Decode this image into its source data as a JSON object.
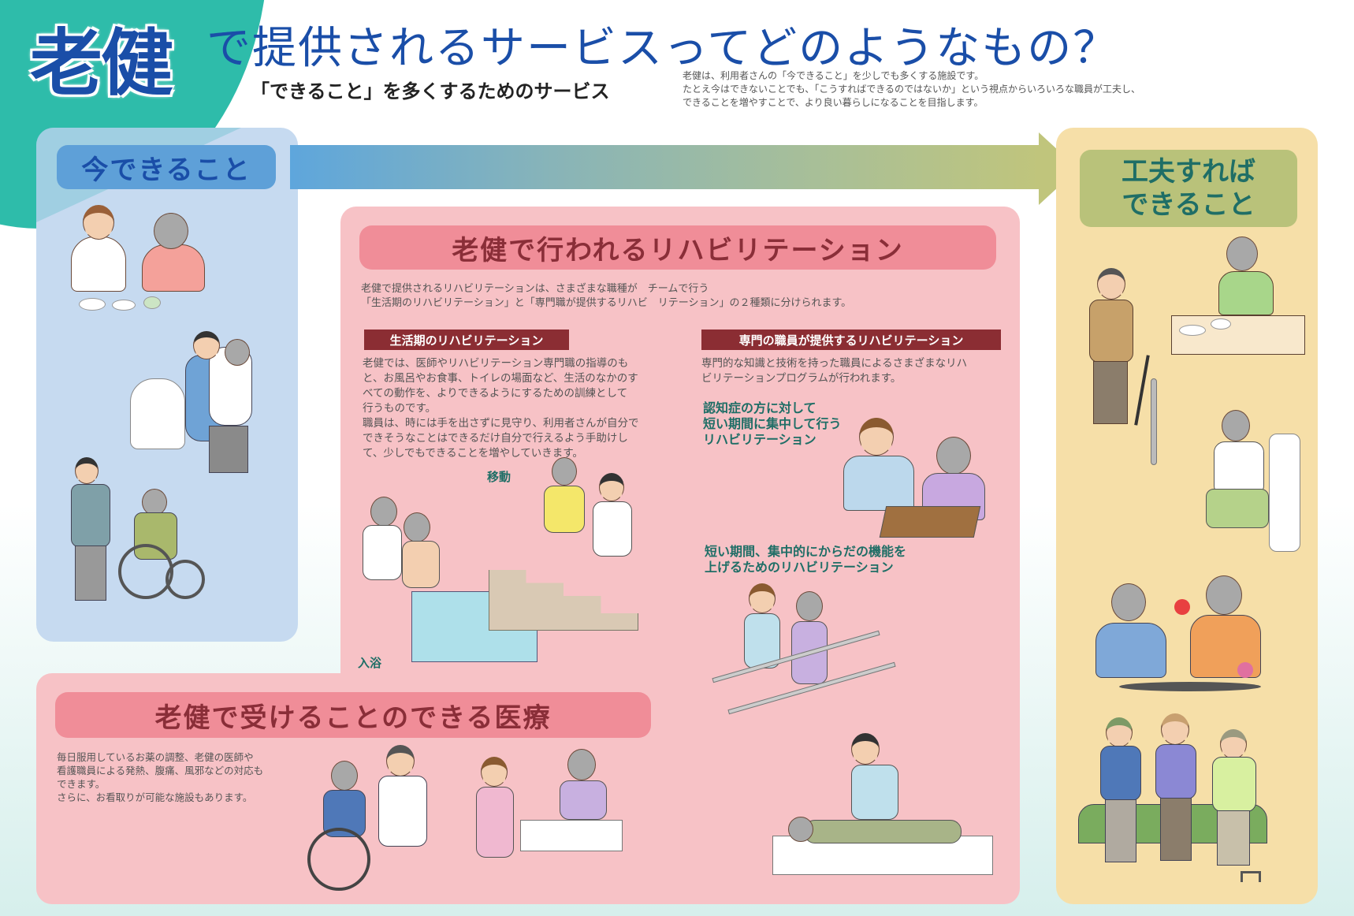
{
  "header": {
    "title_emphasis": "老健",
    "title_rest": "で提供されるサービスってどのようなもの？",
    "subtitle": "「できること」を多くするためのサービス",
    "intro_lines": [
      "老健は、利用者さんの「今できること」を少しでも多くする施設です。",
      "たとえ今はできないことでも、「こうすればできるのではないか」という視点からいろいろな職員が工夫し、",
      "できることを増やすことで、より良い暮らしになることを目指します。"
    ]
  },
  "left_panel": {
    "label": "今できること",
    "illustrations": [
      "caregiver-feeding-icon",
      "toilet-assist-icon",
      "wheelchair-push-icon"
    ]
  },
  "arrow": {
    "direction": "right",
    "color_start": "#5ea6dc",
    "color_end": "#c0c57c"
  },
  "right_panel": {
    "label_line1": "工夫すれば",
    "label_line2": "できること",
    "illustrations": [
      "walking-cane-icon",
      "eating-alone-icon",
      "toilet-rail-icon",
      "flower-arranging-icon",
      "gateball-icon"
    ]
  },
  "rehab": {
    "title": "老健で行われるリハビリテーション",
    "intro_lines": [
      "老健で提供されるリハビリテーションは、さまざまな職種が　チームで行う",
      "「生活期のリハビリテーション」と「専門職が提供するリハビ　リテーション」の２種類に分けられます。"
    ],
    "life": {
      "header": "生活期のリハビリテーション",
      "lines": [
        "老健では、医師やリハビリテーション専門職の指導のも",
        "と、お風呂やお食事、トイレの場面など、生活のなかのす",
        "べての動作を、よりできるようにするための訓練として",
        "行うものです。",
        "職員は、時には手を出さずに見守り、利用者さんが自分で",
        "できそうなことはできるだけ自分で行えるよう手助けし",
        "て、少しでもできることを増やしていきます。"
      ],
      "label_move": "移動",
      "label_bath": "入浴"
    },
    "pro": {
      "header": "専門の職員が提供するリハビリテーション",
      "lines": [
        "専門的な知識と技術を持った職員によるさまざまなリハ",
        "ビリテーションプログラムが行われます。"
      ],
      "dementia_lines": [
        "認知症の方に対して",
        "短い期間に集中して行う",
        "リハビリテーション"
      ],
      "intensive_lines": [
        "短い期間、集中的にからだの機能を",
        "上げるためのリハビリテーション"
      ]
    }
  },
  "medical": {
    "title": "老健で受けることのできる医療",
    "lines": [
      "毎日服用しているお薬の調整、老健の医師や",
      "看護職員による発熱、腹痛、風邪などの対応も",
      "できます。",
      "さらに、お看取りが可能な施設もあります。"
    ]
  },
  "colors": {
    "title_blue": "#1a4ea8",
    "teal_corner": "#2ebcaa",
    "now_panel": "#c6daf0",
    "now_label": "#5ea0d8",
    "future_panel": "#f6dfa8",
    "future_label": "#b9c27a",
    "future_text": "#1f6e66",
    "pink_panel": "#f7c2c6",
    "pink_header": "#f08d98",
    "pink_header_text": "#8a2e38",
    "sub_header": "#8b2d33"
  }
}
